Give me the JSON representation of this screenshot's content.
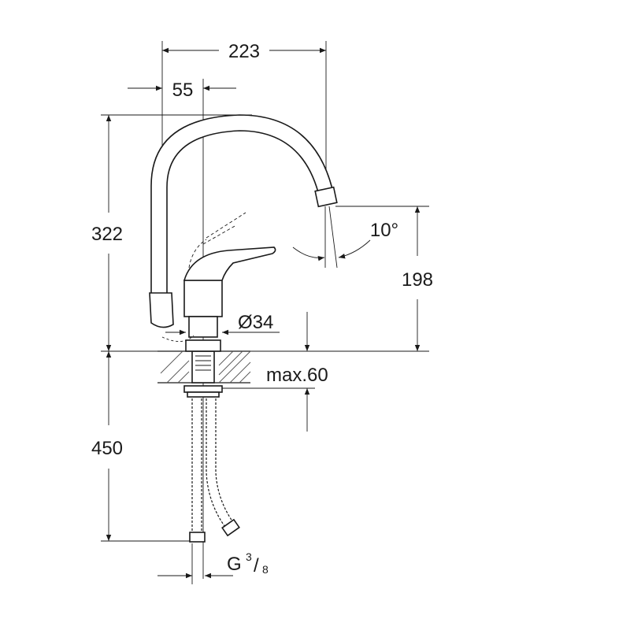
{
  "dimensions": {
    "width_overall": "223",
    "offset": "55",
    "height": "322",
    "spout_height": "198",
    "angle": "10°",
    "diameter": "Ø34",
    "max_thickness": "max.60",
    "hose_length": "450",
    "thread_prefix": "G",
    "thread_num": "3",
    "thread_den": "8"
  }
}
